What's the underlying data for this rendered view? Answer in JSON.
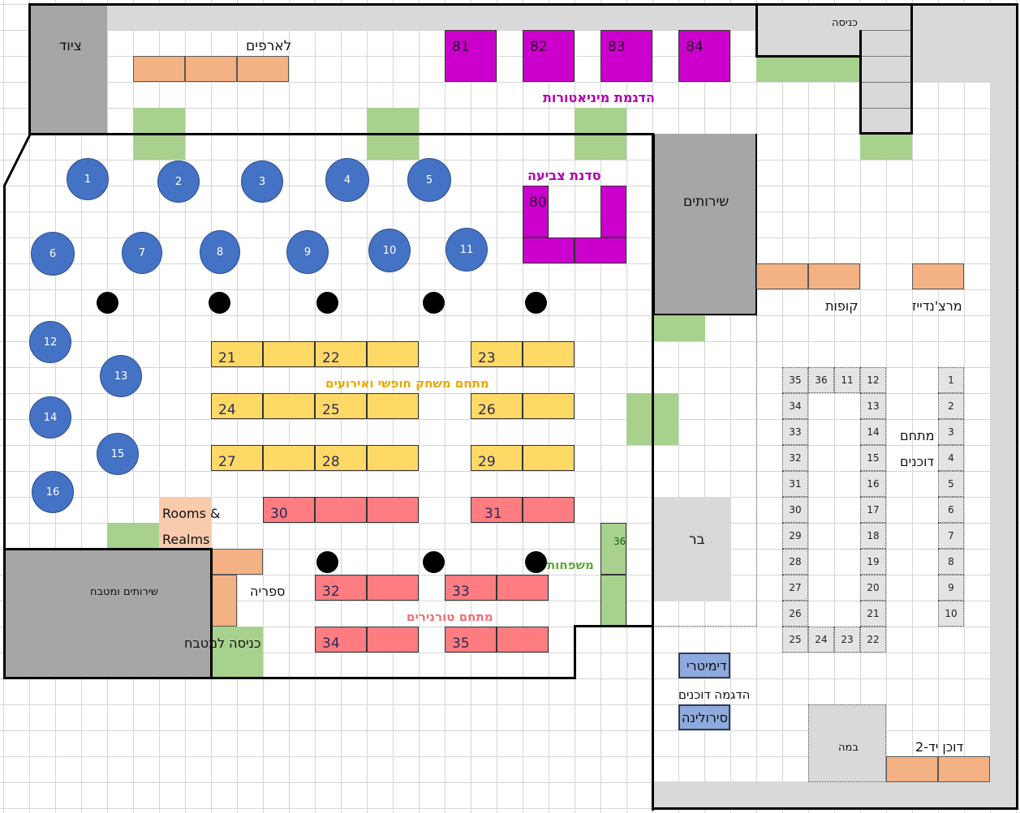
{
  "labels": {
    "equipment": "ציוד",
    "wardrobes": "לארפים",
    "miniatures_demo": "הדגמת מיניאטורות",
    "entrance": "כניסה",
    "painting_workshop": "סדנת צביעה",
    "restrooms": "שירותים",
    "registers": "קופות",
    "merchandise": "מרצ'נדייז",
    "free_play_area": "מתחם משחק חופשי ואירועים",
    "vendors_line1": "מתחם",
    "vendors_line2": "דוכנים",
    "rooms_realms_line1": "Rooms &",
    "rooms_realms_line2": "Realms",
    "restrooms_kitchen": "שירותים ומטבח",
    "library": "ספריה",
    "kitchen_entrance": "כניסה למטבח",
    "families": "משפחות",
    "tournaments_area": "מתחם טורנירים",
    "bar": "בר",
    "dimitri": "דימיטרי",
    "vendor_demo": "הדגמה דוכנים",
    "sirolina": "סירולינה",
    "stage": "במה",
    "booth_yad2": "דוכן יד-2"
  },
  "minis_tables": [
    "81",
    "82",
    "83",
    "84"
  ],
  "painting_table": "80",
  "round_tables": [
    "1",
    "2",
    "3",
    "4",
    "5",
    "6",
    "7",
    "8",
    "9",
    "10",
    "11",
    "12",
    "13",
    "14",
    "15",
    "16"
  ],
  "free_play_tables": [
    "21",
    "22",
    "23",
    "24",
    "25",
    "26",
    "27",
    "28",
    "29"
  ],
  "tournament_tables": [
    "30",
    "31",
    "32",
    "33",
    "34",
    "35"
  ],
  "families_table": "36",
  "vendor_booths": {
    "right_column": [
      "1",
      "2",
      "3",
      "4",
      "5",
      "6",
      "7",
      "8",
      "9",
      "10"
    ],
    "top_row": [
      "35",
      "36",
      "11",
      "12"
    ],
    "left_column": [
      "34",
      "33",
      "32",
      "31",
      "30",
      "29",
      "28",
      "27",
      "26"
    ],
    "bottom_row": [
      "25",
      "24",
      "23",
      "22"
    ],
    "inner_column": [
      "13",
      "14",
      "15",
      "16",
      "17",
      "18",
      "19",
      "20",
      "21"
    ]
  },
  "colors": {
    "round_table": "#4472c4",
    "miniatures": "#cc00cc",
    "free_play": "#ffd966",
    "tournament": "#ff7c80",
    "families": "#a9d18e",
    "orange_furniture": "#f4b183",
    "demo_booth": "#8faadc",
    "service_block": "#a6a6a6"
  }
}
